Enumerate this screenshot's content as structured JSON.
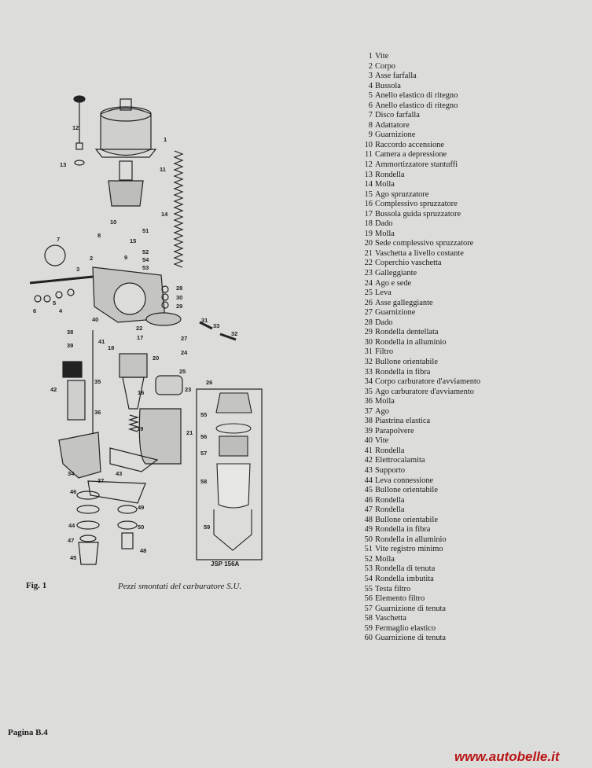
{
  "parts_list": [
    {
      "num": "1",
      "name": "Vite"
    },
    {
      "num": "2",
      "name": "Corpo"
    },
    {
      "num": "3",
      "name": "Asse farfalla"
    },
    {
      "num": "4",
      "name": "Bussola"
    },
    {
      "num": "5",
      "name": "Anello elastico di ritegno"
    },
    {
      "num": "6",
      "name": "Anello elastico di ritegno"
    },
    {
      "num": "7",
      "name": "Disco farfalla"
    },
    {
      "num": "8",
      "name": "Adattatore"
    },
    {
      "num": "9",
      "name": "Guarnizione"
    },
    {
      "num": "10",
      "name": "Raccordo accensione"
    },
    {
      "num": "11",
      "name": "Camera a depressione"
    },
    {
      "num": "12",
      "name": "Ammortizzatore stantuffi"
    },
    {
      "num": "13",
      "name": "Rondella"
    },
    {
      "num": "14",
      "name": "Molla"
    },
    {
      "num": "15",
      "name": "Ago spruzzatore"
    },
    {
      "num": "16",
      "name": "Complessivo spruzzatore"
    },
    {
      "num": "17",
      "name": "Bussola guida spruzzatore"
    },
    {
      "num": "18",
      "name": "Dado"
    },
    {
      "num": "19",
      "name": "Molla"
    },
    {
      "num": "20",
      "name": "Sede complessivo spruzzatore"
    },
    {
      "num": "21",
      "name": "Vaschetta a livello costante"
    },
    {
      "num": "22",
      "name": "Coperchio vaschetta"
    },
    {
      "num": "23",
      "name": "Galleggiante"
    },
    {
      "num": "24",
      "name": "Ago e sede"
    },
    {
      "num": "25",
      "name": "Leva"
    },
    {
      "num": "26",
      "name": "Asse galleggiante"
    },
    {
      "num": "27",
      "name": "Guarnizione"
    },
    {
      "num": "28",
      "name": "Dado"
    },
    {
      "num": "29",
      "name": "Rondella dentellata"
    },
    {
      "num": "30",
      "name": "Rondella in alluminio"
    },
    {
      "num": "31",
      "name": "Filtro"
    },
    {
      "num": "32",
      "name": "Bullone orientabile"
    },
    {
      "num": "33",
      "name": "Rondella in fibra"
    },
    {
      "num": "34",
      "name": "Corpo carburatore d'avviamento"
    },
    {
      "num": "35",
      "name": "Ago carburatore d'avviamento"
    },
    {
      "num": "36",
      "name": "Molla"
    },
    {
      "num": "37",
      "name": "Ago"
    },
    {
      "num": "38",
      "name": "Piastrina elastica"
    },
    {
      "num": "39",
      "name": "Parapolvere"
    },
    {
      "num": "40",
      "name": "Vite"
    },
    {
      "num": "41",
      "name": "Rondella"
    },
    {
      "num": "42",
      "name": "Elettrocalamita"
    },
    {
      "num": "43",
      "name": "Supporto"
    },
    {
      "num": "44",
      "name": "Leva connessione"
    },
    {
      "num": "45",
      "name": "Bullone orientabile"
    },
    {
      "num": "46",
      "name": "Rondella"
    },
    {
      "num": "47",
      "name": "Rondella"
    },
    {
      "num": "48",
      "name": "Bullone orientabile"
    },
    {
      "num": "49",
      "name": "Rondella in fibra"
    },
    {
      "num": "50",
      "name": "Rondella in alluminio"
    },
    {
      "num": "51",
      "name": "Vite registro minimo"
    },
    {
      "num": "52",
      "name": "Molla"
    },
    {
      "num": "53",
      "name": "Rondella di tenuta"
    },
    {
      "num": "54",
      "name": "Rondella imbutita"
    },
    {
      "num": "55",
      "name": "Testa filtro"
    },
    {
      "num": "56",
      "name": "Elemento filtro"
    },
    {
      "num": "57",
      "name": "Guarnizione di tenuta"
    },
    {
      "num": "58",
      "name": "Vaschetta"
    },
    {
      "num": "59",
      "name": "Fermaglio elastico"
    },
    {
      "num": "60",
      "name": "Guarnizione di tenuta"
    }
  ],
  "figure": {
    "label": "Fig. 1",
    "caption": "Pezzi smontati del carburatore S.U.",
    "drawing_code": "JSP 156A",
    "callouts": [
      "12",
      "13",
      "1",
      "11",
      "14",
      "10",
      "51",
      "15",
      "8",
      "9",
      "52",
      "54",
      "53",
      "7",
      "3",
      "2",
      "28",
      "30",
      "29",
      "5",
      "6",
      "4",
      "40",
      "38",
      "41",
      "39",
      "22",
      "18",
      "17",
      "31",
      "33",
      "32",
      "27",
      "24",
      "20",
      "25",
      "26",
      "35",
      "42",
      "16",
      "23",
      "36",
      "21",
      "19",
      "55",
      "56",
      "57",
      "58",
      "59",
      "34",
      "37",
      "43",
      "46",
      "49",
      "44",
      "50",
      "47",
      "48",
      "45"
    ]
  },
  "footer": {
    "page": "Pagina B.4",
    "watermark": "www.autobelle.it"
  }
}
